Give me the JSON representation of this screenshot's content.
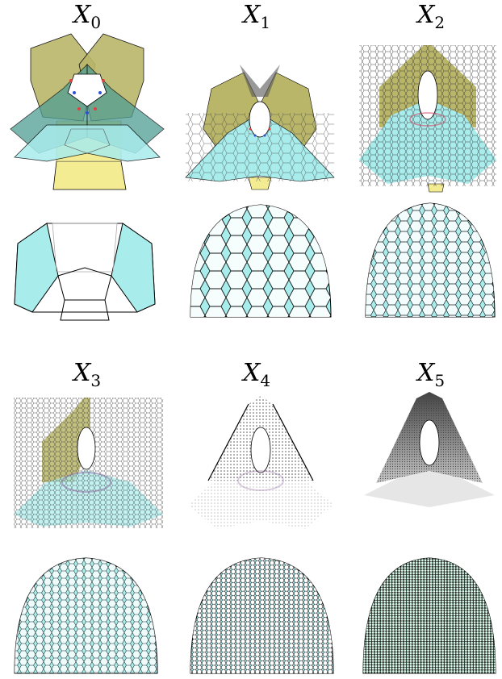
{
  "labels": [
    {
      "base": "X",
      "sub": "0"
    },
    {
      "base": "X",
      "sub": "1"
    },
    {
      "base": "X",
      "sub": "2"
    },
    {
      "base": "X",
      "sub": "3"
    },
    {
      "base": "X",
      "sub": "4"
    },
    {
      "base": "X",
      "sub": "5"
    }
  ],
  "colors": {
    "olive": "#b9b66a",
    "olive_dark": "#8f8c48",
    "cyan": "#a8ecec",
    "cyan_dark": "#6fcfd2",
    "yellow": "#f4ec92",
    "teal": "#4f9e93",
    "edge": "#000000",
    "purple": "#8c5a9a"
  }
}
